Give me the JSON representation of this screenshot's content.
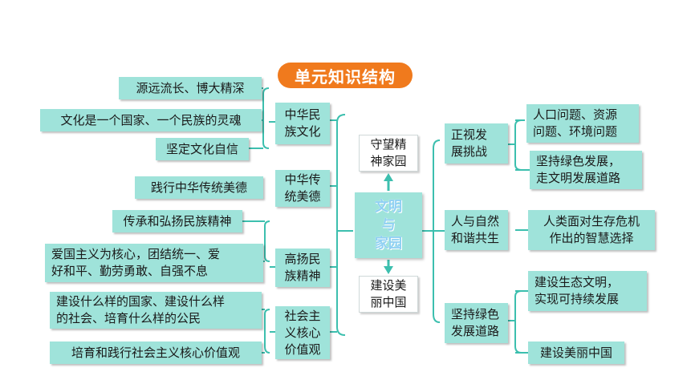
{
  "title": "单元知识结构",
  "center": "文明\n与\n家园",
  "top_node": "守望精\n神家园",
  "bottom_node": "建设美\n丽中国",
  "left_branches": [
    {
      "label": "中华民\n族文化",
      "items": [
        "源远流长、博大精深",
        "文化是一个国家、一个民族的灵魂",
        "坚定文化自信"
      ]
    },
    {
      "label": "中华传\n统美德",
      "items": [
        "践行中华传统美德"
      ]
    },
    {
      "label": "高扬民\n族精神",
      "items": [
        "传承和弘扬民族精神",
        "爱国主义为核心，团结统一、爱\n好和平、勤劳勇敢、自强不息"
      ]
    },
    {
      "label": "社会主\n义核心\n价值观",
      "items": [
        "建设什么样的国家、建设什么样\n的社会、培育什么样的公民",
        "培育和践行社会主义核心价值观"
      ]
    }
  ],
  "right_branches": [
    {
      "label": "正视发\n展挑战",
      "items": [
        "人口问题、资源\n问题、环境问题",
        "坚持绿色发展，\n走文明发展道路"
      ]
    },
    {
      "label": "人与自然\n和谐共生",
      "items": [
        "人类面对生存危机\n作出的智慧选择"
      ]
    },
    {
      "label": "坚持绿色\n发展道路",
      "items": [
        "建设生态文明，\n实现可持续发展",
        "建设美丽中国"
      ]
    }
  ],
  "colors": {
    "accent": "#f07a1d",
    "box": "#9fe3da",
    "line": "#3cbfae",
    "center_text": "#8fd0f3"
  }
}
